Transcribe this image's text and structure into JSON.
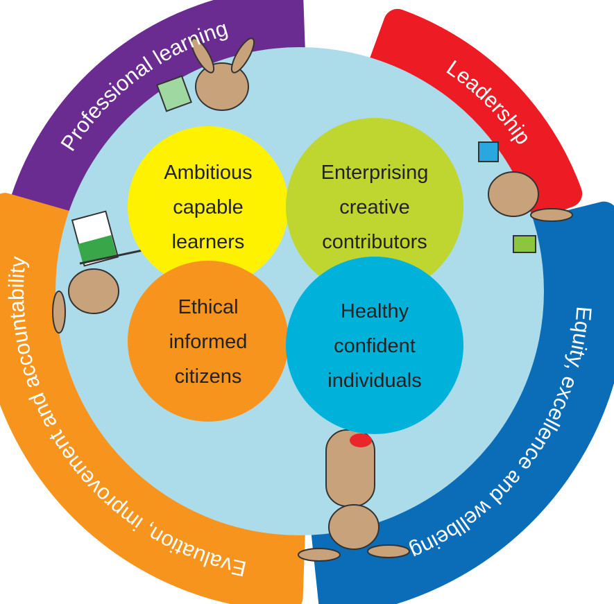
{
  "rings": [
    {
      "id": "professional-learning",
      "label": "Professional learning",
      "color": "#6a2c91"
    },
    {
      "id": "leadership",
      "label": "Leadership",
      "color": "#ed1c24"
    },
    {
      "id": "equity",
      "label": "Equity, excellence and wellbeing",
      "color": "#0b6db7"
    },
    {
      "id": "evaluation",
      "label": "Evaluation, improvement and accountability",
      "color": "#f7941d"
    }
  ],
  "core_color": "#acdce9",
  "purposes": [
    {
      "id": "ambitious",
      "lines": [
        "Ambitious",
        "capable",
        "learners"
      ],
      "color": "#fff200"
    },
    {
      "id": "enterprising",
      "lines": [
        "Enterprising",
        "creative",
        "contributors"
      ],
      "color": "#bfd630"
    },
    {
      "id": "ethical",
      "lines": [
        "Ethical",
        "informed",
        "citizens"
      ],
      "color": "#f7941d"
    },
    {
      "id": "healthy",
      "lines": [
        "Healthy",
        "confident",
        "individuals"
      ],
      "color": "#00b2da"
    }
  ]
}
